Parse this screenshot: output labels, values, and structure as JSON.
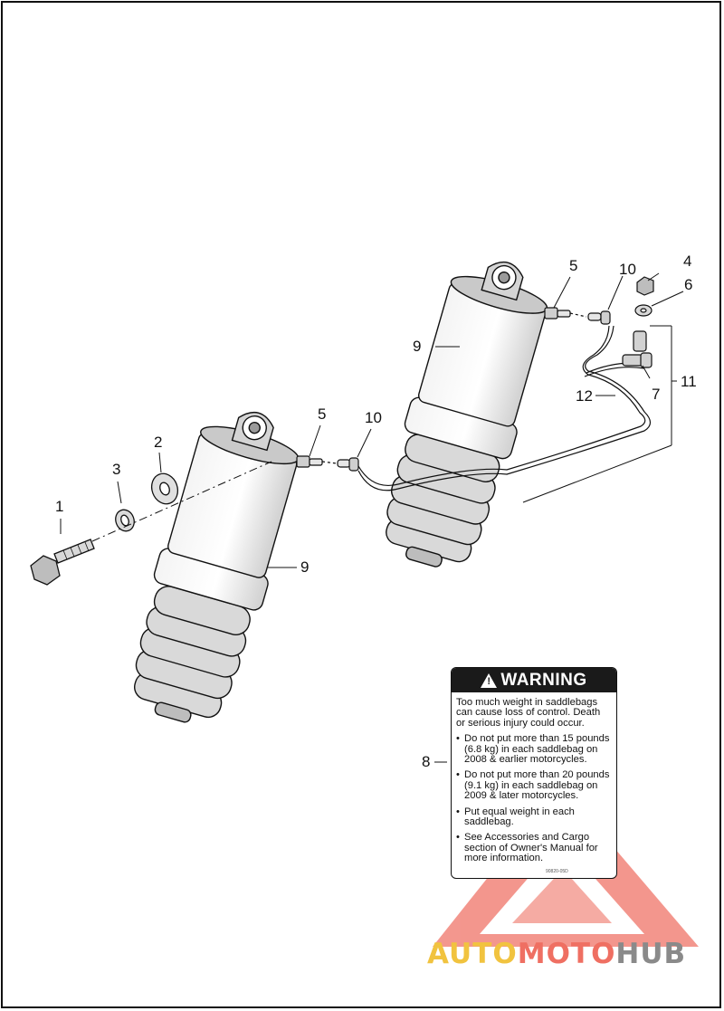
{
  "callouts": {
    "c1": "1",
    "c2": "2",
    "c3": "3",
    "c4": "4",
    "c5a": "5",
    "c5b": "5",
    "c6": "6",
    "c7": "7",
    "c8": "8",
    "c9a": "9",
    "c9b": "9",
    "c10a": "10",
    "c10b": "10",
    "c11": "11",
    "c12": "12"
  },
  "warning_label": {
    "header": "WARNING",
    "intro": "Too much weight in saddlebags can cause loss of control.  Death or serious injury could occur.",
    "bullets": [
      "Do not put more than 15 pounds (6.8 kg) in each saddlebag on 2008 & earlier motorcycles.",
      "Do not put more than 20 pounds (9.1 kg) in each saddlebag on 2009 & later motorcycles.",
      "Put equal weight in each saddlebag.",
      "See Accessories and Cargo section of Owner's Manual for more information."
    ],
    "part_code": "90820-05D"
  },
  "watermark": {
    "part1": "AUTO",
    "part2": "MOTO",
    "part3": "HUB",
    "color_yellow": "#f1c33f",
    "color_red": "#ef6f62",
    "color_gray": "#8a8a8a"
  }
}
